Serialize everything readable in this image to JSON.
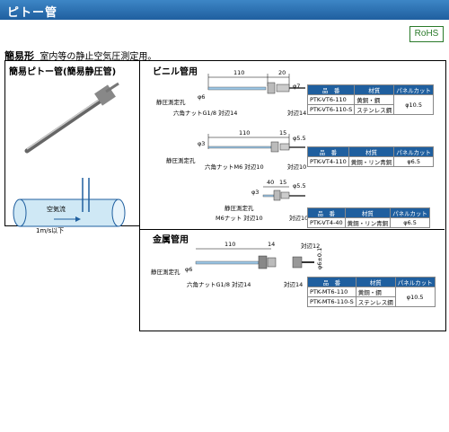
{
  "header": {
    "title": "ピトー管"
  },
  "rohs": "RoHS",
  "heading": {
    "name": "簡易形",
    "desc": "室内等の静止空気圧測定用。"
  },
  "left_panel": {
    "title": "簡易ピトー管(簡易静圧管)",
    "flow_label": "空気流",
    "flow_speed": "1m/s以下"
  },
  "vinyl": {
    "label": "ビニル管用",
    "columns": [
      "品　番",
      "材質",
      "パネルカット"
    ],
    "p1": {
      "dim_total": "110",
      "dim_nut": "20",
      "phi_tube": "φ7",
      "phi_probe": "φ6",
      "static_hole": "静圧測定孔",
      "nut": "六角ナットG1/8 対辺14",
      "flat": "対辺14",
      "rows": [
        [
          "PTK-VT6-110",
          "黄銅・鋼"
        ],
        [
          "PTK-VT6-110-S",
          "ステンレス鋼"
        ]
      ],
      "panel_cut": "φ10.5"
    },
    "p2": {
      "dim_total": "110",
      "dim_nut": "15",
      "phi_tube": "φ5.5",
      "phi_probe": "φ3",
      "static_hole": "静圧測定孔",
      "nut": "六角ナットM6 対辺10",
      "flat": "対辺10",
      "rows": [
        [
          "PTK-VT4-110",
          "黄銅・リン青銅"
        ]
      ],
      "panel_cut": "φ6.5"
    },
    "p3": {
      "dim_total": "40",
      "dim_nut": "15",
      "phi_tube": "φ5.5",
      "phi_probe": "φ3",
      "static_hole": "静圧測定孔",
      "nut": "M6ナット 対辺10",
      "flat": "対辺10",
      "rows": [
        [
          "PTK-VT4-40",
          "黄銅・リン青銅"
        ]
      ],
      "panel_cut": "φ6.5"
    }
  },
  "metal": {
    "label": "金属管用",
    "columns": [
      "品　番",
      "材質",
      "パネルカット"
    ],
    "dim_total": "110",
    "dim_nut": "14",
    "flat_top": "対辺12",
    "phi_tube": "φ6±0.1",
    "phi_probe": "φ6",
    "static_hole": "静圧測定孔",
    "nut": "六角ナットG1/8 対辺14",
    "flat": "対辺14",
    "rows": [
      [
        "PTK-MT6-110",
        "黄銅・鋼"
      ],
      [
        "PTK-MT6-110-S",
        "ステンレス鋼"
      ]
    ],
    "panel_cut": "φ10.5"
  }
}
